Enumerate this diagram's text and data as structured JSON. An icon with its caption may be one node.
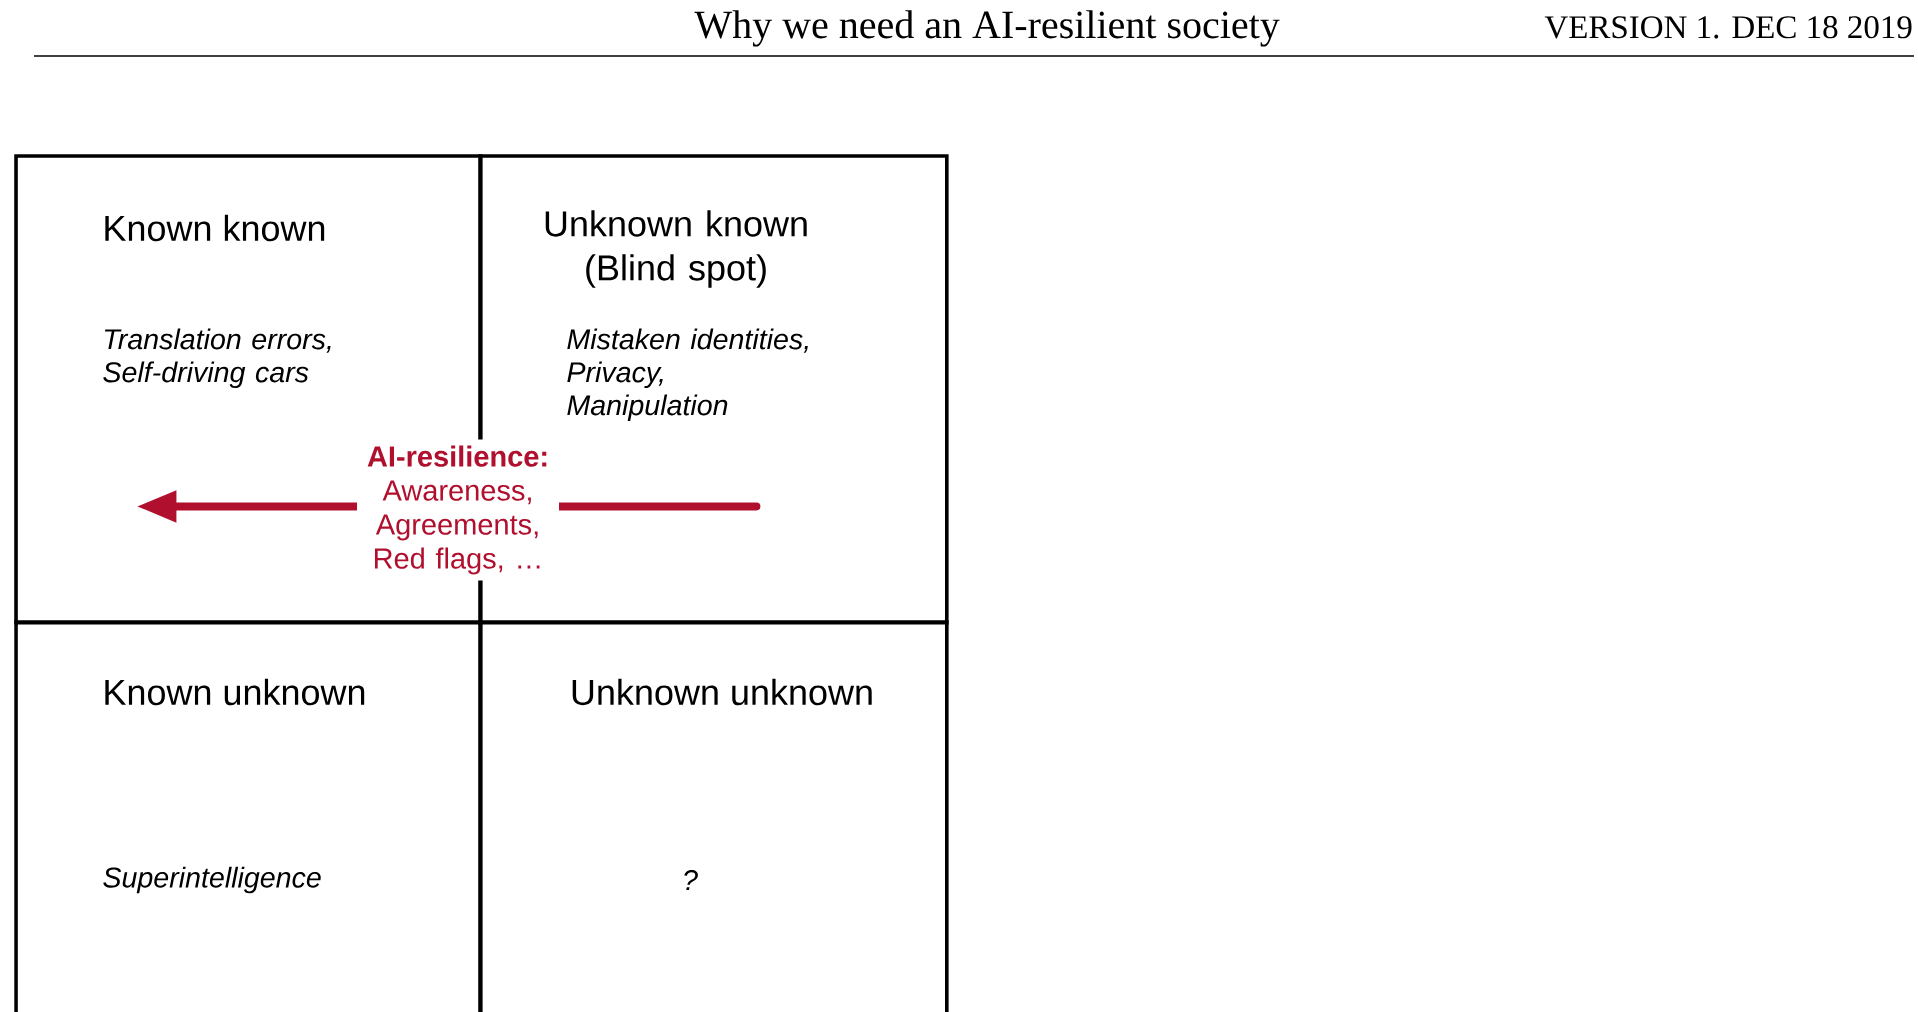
{
  "diagram": {
    "nodes": [
      {
        "text": [
          "Known known",
          "Translation errors, Self-driving cars"
        ]
      },
      {
        "text": [
          "Unknown known (Blind spot)",
          "Mistaken identities, Privacy, Manipulation"
        ]
      },
      {
        "text": [
          "Known unknown",
          "Superintelligence"
        ]
      },
      {
        "text": [
          "Unknown unknown",
          "?"
        ]
      }
    ],
    "edges": [
      {
        "from": 1,
        "to": 0,
        "arrow": "to",
        "label": "**AI-resilience:** Awareness, Agreements, Red flags, …",
        "color": "#b0102e"
      }
    ],
    "labels": [
      "Why we need an AI-resilient society",
      "VERSION 1. DEC 18 2019"
    ]
  }
}
